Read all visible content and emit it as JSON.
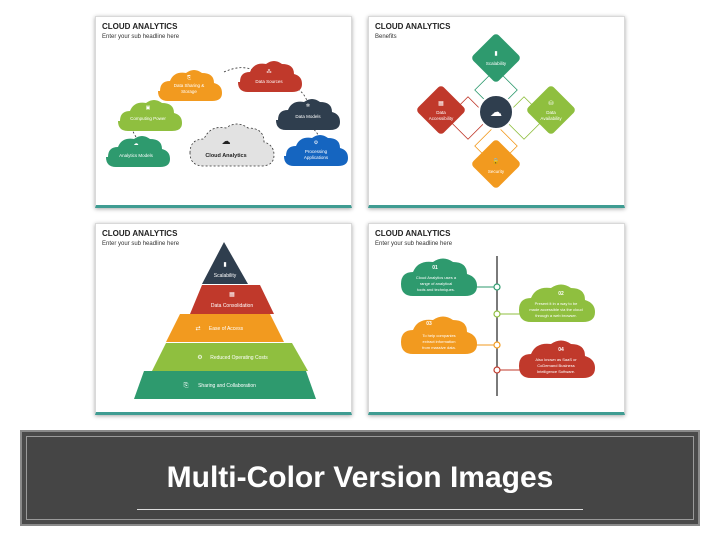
{
  "slides": [
    {
      "title": "CLOUD ANALYTICS",
      "subtitle": "Enter your sub headline here",
      "clouds": [
        {
          "label": "Data Sharing &",
          "label2": "Storage",
          "color": "#f29a1f",
          "icon": "share-icon"
        },
        {
          "label": "Data Sources",
          "label2": "",
          "color": "#c0392b",
          "icon": "network-icon"
        },
        {
          "label": "Computing Power",
          "label2": "",
          "color": "#8fbf3f",
          "icon": "cpu-icon"
        },
        {
          "label": "Data Models",
          "label2": "",
          "color": "#2f3e4e",
          "icon": "nodes-icon"
        },
        {
          "label": "Analytics Models",
          "label2": "",
          "color": "#2e9a6e",
          "icon": "chart-icon"
        },
        {
          "label": "Cloud Analytics",
          "label2": "",
          "color": "#dddddd",
          "icon": "cloud-icon"
        },
        {
          "label": "Processing",
          "label2": "Applications",
          "color": "#1565c0",
          "icon": "gear-icon"
        }
      ]
    },
    {
      "title": "CLOUD ANALYTICS",
      "subtitle": "Benefits",
      "diamonds": [
        {
          "label": "Scalability",
          "label2": "",
          "color": "#2e9a6e",
          "icon": "bar-chart-icon"
        },
        {
          "label": "Data",
          "label2": "Accessibility",
          "color": "#c0392b",
          "icon": "boxes-icon"
        },
        {
          "label": "Data",
          "label2": "Availability",
          "color": "#8fbf3f",
          "icon": "database-icon"
        },
        {
          "label": "Security",
          "label2": "",
          "color": "#f29a1f",
          "icon": "lock-icon"
        }
      ],
      "center_color": "#2f3e4e"
    },
    {
      "title": "CLOUD ANALYTICS",
      "subtitle": "Enter your sub headline here",
      "tiers": [
        {
          "label": "Scalability",
          "color": "#2f3e4e",
          "icon": "bar-chart-icon"
        },
        {
          "label": "Data Consolidation",
          "color": "#c0392b",
          "icon": "boxes-icon"
        },
        {
          "label": "Ease of Access",
          "color": "#f29a1f",
          "icon": "access-icon"
        },
        {
          "label": "Reduced Operating Costs",
          "color": "#8fbf3f",
          "icon": "gear-icon"
        },
        {
          "label": "Sharing and Collaboration",
          "color": "#2e9a6e",
          "icon": "share-icon"
        }
      ]
    },
    {
      "title": "CLOUD ANALYTICS",
      "subtitle": "Enter your sub headline here",
      "steps": [
        {
          "num": "01",
          "color": "#2e9a6e",
          "lines": [
            "Cloud Analytics uses a",
            "range of analytical",
            "tools and techniques."
          ]
        },
        {
          "num": "02",
          "color": "#8fbf3f",
          "lines": [
            "Present it in a way to be",
            "made accessible via the cloud",
            "through a web browser."
          ]
        },
        {
          "num": "03",
          "color": "#f29a1f",
          "lines": [
            "To help companies",
            "extract information",
            "from massive data."
          ]
        },
        {
          "num": "04",
          "color": "#c0392b",
          "lines": [
            "Also known as SaaS or",
            "CoDemand Business",
            "Intelligence Software."
          ]
        }
      ]
    }
  ],
  "banner": {
    "title": "Multi-Color Version Images"
  }
}
